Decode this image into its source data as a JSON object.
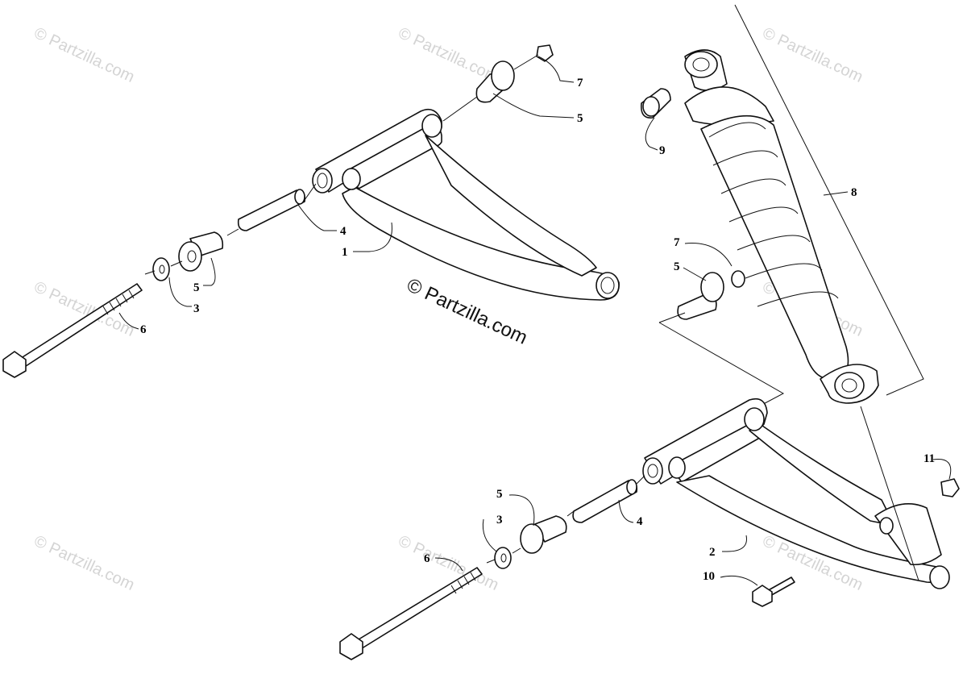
{
  "watermark": {
    "main": "© Partzilla.com",
    "faint": "© Partzilla.com"
  },
  "callouts": {
    "c1": "1",
    "c2": "2",
    "c3a": "3",
    "c3b": "3",
    "c4a": "4",
    "c4b": "4",
    "c5a": "5",
    "c5b": "5",
    "c5c": "5",
    "c5d": "5",
    "c6a": "6",
    "c6b": "6",
    "c7a": "7",
    "c7b": "7",
    "c8": "8",
    "c9": "9",
    "c10": "10",
    "c11": "11"
  }
}
